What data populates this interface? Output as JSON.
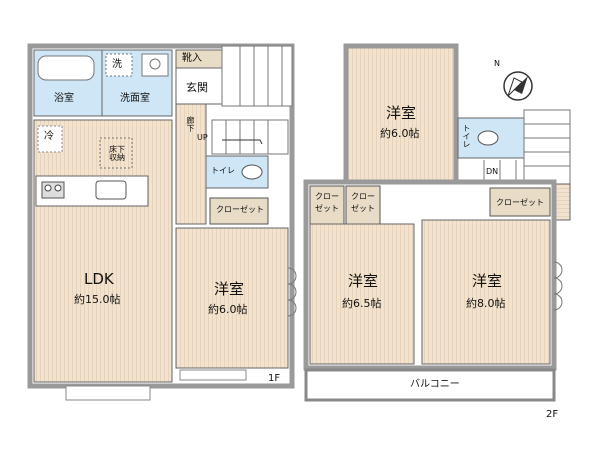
{
  "floor_1": {
    "label": "1F",
    "rooms": {
      "bath": "浴室",
      "washroom": "洗面室",
      "wash_mark": "洗",
      "shoe_storage": "靴入",
      "entrance": "玄関",
      "hallway": "廊下",
      "up": "UP",
      "fridge": "冷",
      "underfloor_storage": "床下収納",
      "toilet": "トイレ",
      "closet": "クローゼット",
      "ldk_name": "LDK",
      "ldk_area": "約15.0帖",
      "western_name": "洋室",
      "western_area": "約6.0帖"
    }
  },
  "floor_2": {
    "label": "2F",
    "rooms": {
      "western_top_name": "洋室",
      "western_top_area": "約6.0帖",
      "toilet": "トイレ",
      "dn": "DN",
      "closet_left_a": "クロー",
      "closet_left_b": "ゼット",
      "closet_mid_a": "クロー",
      "closet_mid_b": "ゼット",
      "closet_right": "クローゼット",
      "western_left_name": "洋室",
      "western_left_area": "約6.5帖",
      "western_right_name": "洋室",
      "western_right_area": "約8.0帖",
      "balcony": "バルコニー"
    }
  },
  "compass": {
    "label": "N",
    "icon": "compass-icon"
  },
  "colors": {
    "wall": "#9a9a9a",
    "floor_wood": "#f1e3cf",
    "bath_blue": "#cfe6f6",
    "closet": "#e8dcc6",
    "white": "#ffffff"
  }
}
